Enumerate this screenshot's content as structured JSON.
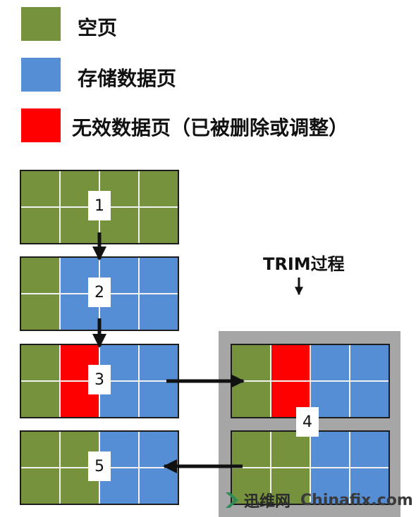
{
  "colors": {
    "empty": "#76923c",
    "stored": "#558ed5",
    "invalid": "#ff0000",
    "panel": "#a6a6a6"
  },
  "legend": [
    {
      "label": "空页",
      "color": "#76923c"
    },
    {
      "label": "存储数据页",
      "color": "#558ed5"
    },
    {
      "label": "无效数据页（已被删除或调整）",
      "color": "#ff0000"
    }
  ],
  "trim_label": "TRIM过程",
  "steps": [
    "1",
    "2",
    "3",
    "4",
    "5"
  ],
  "grids": {
    "g1": [
      "empty",
      "empty",
      "empty",
      "empty",
      "empty",
      "empty",
      "empty",
      "empty"
    ],
    "g2": [
      "empty",
      "stored",
      "stored",
      "stored",
      "empty",
      "stored",
      "stored",
      "stored"
    ],
    "g3": [
      "empty",
      "invalid",
      "stored",
      "stored",
      "empty",
      "invalid",
      "stored",
      "stored"
    ],
    "g4a": [
      "empty",
      "invalid",
      "stored",
      "stored",
      "empty",
      "invalid",
      "stored",
      "stored"
    ],
    "g4b": [
      "empty",
      "empty",
      "stored",
      "stored",
      "empty",
      "empty",
      "stored",
      "stored"
    ],
    "g5": [
      "empty",
      "empty",
      "stored",
      "stored",
      "empty",
      "empty",
      "stored",
      "stored"
    ]
  },
  "watermark": {
    "brand": "迅维网",
    "site": "Chinafix.com"
  }
}
